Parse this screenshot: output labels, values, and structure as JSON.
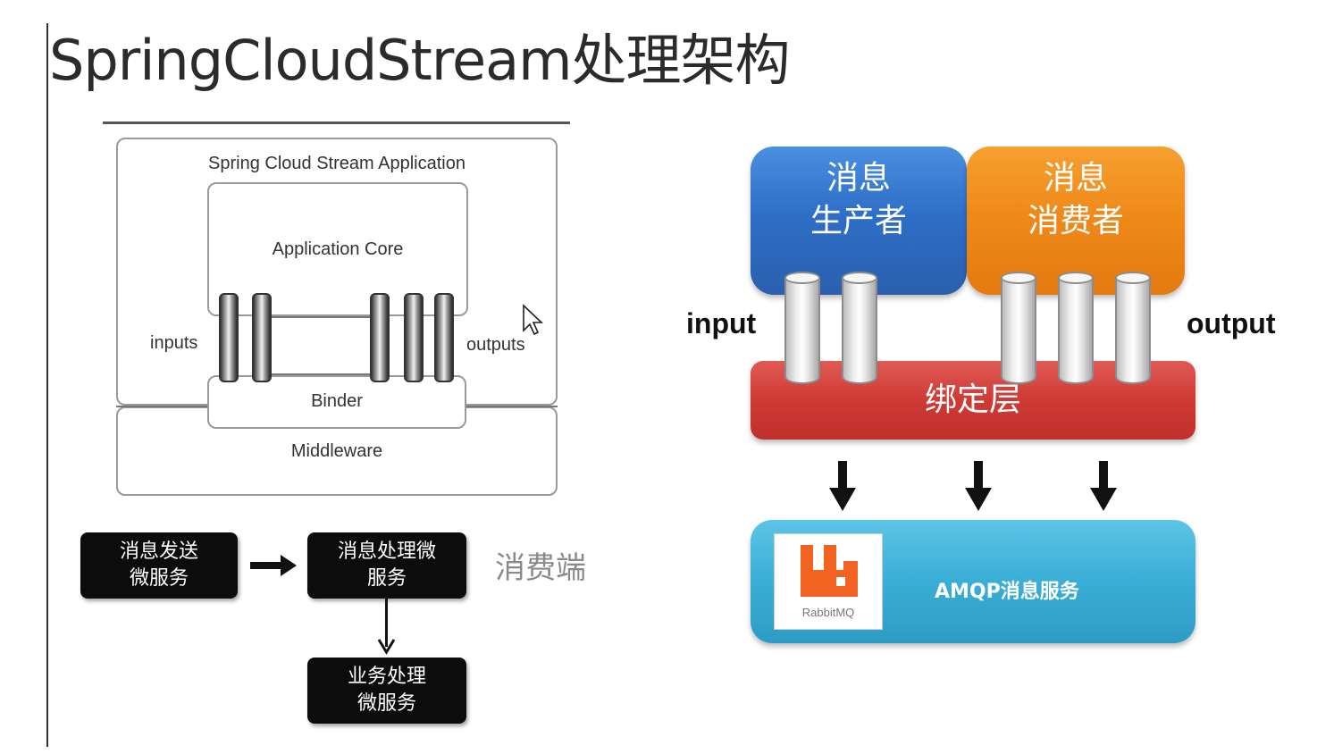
{
  "title": "SpringCloudStream处理架构",
  "arch": {
    "app_label": "Spring Cloud Stream Application",
    "core_label": "Application Core",
    "inputs_label": "inputs",
    "outputs_label": "outputs",
    "binder_label": "Binder",
    "middleware_label": "Middleware"
  },
  "flow": {
    "send": "消息发送\n微服务",
    "process": "消息处理微\n服务",
    "business": "业务处理\n微服务",
    "consumer_side": "消费端"
  },
  "right": {
    "producer": "消息\n生产者",
    "consumer": "消息\n消费者",
    "input_label": "input",
    "output_label": "output",
    "binder": "绑定层",
    "amqp": "AMQP消息服务",
    "rabbit_label": "RabbitMQ"
  },
  "colors": {
    "producer": "#2f6fc8",
    "consumer": "#ee8a1a",
    "binder": "#cf3a35",
    "amqp": "#3aaed6",
    "rabbitmq": "#f26322"
  }
}
